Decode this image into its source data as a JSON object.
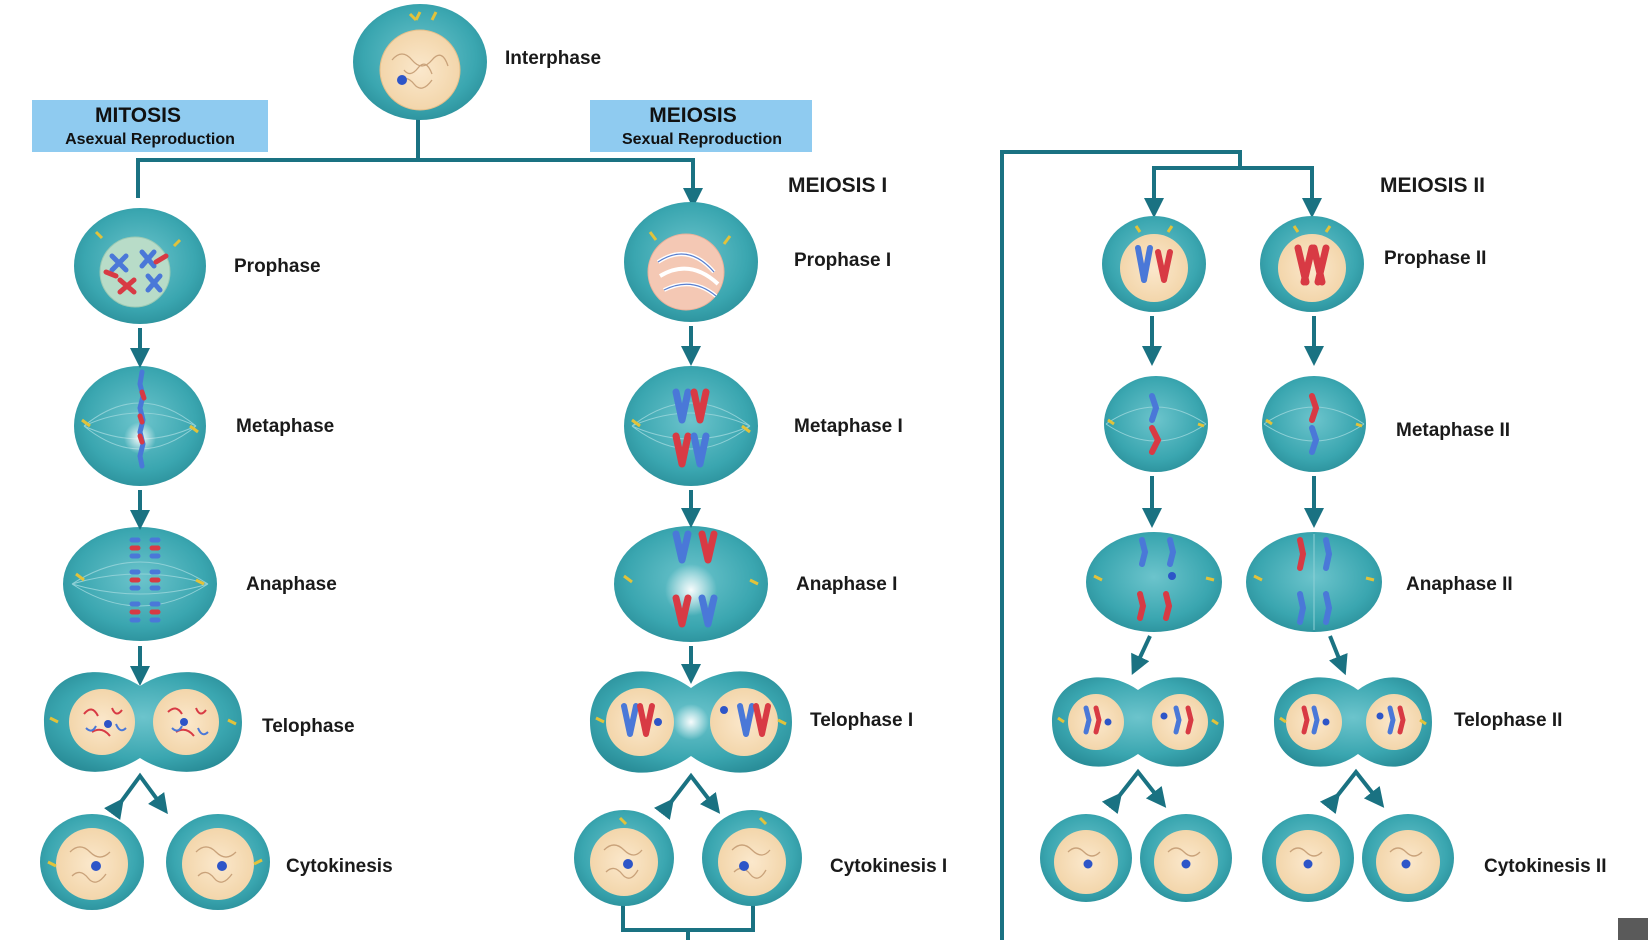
{
  "headers": {
    "mitosis_title": "MITOSIS",
    "mitosis_sub": "Asexual Reproduction",
    "meiosis_title": "MEIOSIS",
    "meiosis_sub": "Sexual Reproduction"
  },
  "sections": {
    "meiosis1": "MEIOSIS I",
    "meiosis2": "MEIOSIS II"
  },
  "labels": {
    "interphase": "Interphase",
    "prophase": "Prophase",
    "metaphase": "Metaphase",
    "anaphase": "Anaphase",
    "telophase": "Telophase",
    "cytokinesis": "Cytokinesis",
    "prophase1": "Prophase  I",
    "metaphase1": "Metaphase I",
    "anaphase1": "Anaphase I",
    "telophase1": "Telophase I",
    "cytokinesis1": "Cytokinesis I",
    "prophase2": "Prophase  II",
    "metaphase2": "Metaphase  II",
    "anaphase2": "Anaphase II",
    "telophase2": "Telophase II",
    "cytokinesis2": "Cytokinesis II"
  },
  "colors": {
    "cell": "#3aa6b0",
    "cell_dark": "#2a8e99",
    "nucleus": "#f6dcb4",
    "arrow": "#1a7282",
    "header_bg": "#8fcbf0",
    "chrom_red": "#d83a44",
    "chrom_blue": "#4a78d8",
    "centriole": "#e2c23a"
  }
}
